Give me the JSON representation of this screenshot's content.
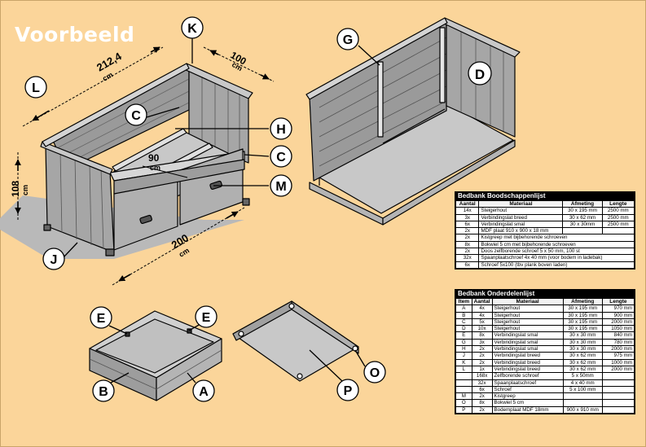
{
  "title": "Voorbeeld",
  "callouts": {
    "A": "A",
    "B": "B",
    "C1": "C",
    "C2": "C",
    "D": "D",
    "E1": "E",
    "E2": "E",
    "G": "G",
    "H": "H",
    "J": "J",
    "K": "K",
    "L": "L",
    "M": "M",
    "O": "O",
    "P": "P"
  },
  "dimensions": {
    "width_top": "212,4",
    "width_top_unit": "cm",
    "depth": "100",
    "depth_unit": "cm",
    "height": "108",
    "height_unit": "cm",
    "inner": "90",
    "inner_unit": "cm",
    "length": "200",
    "length_unit": "cm"
  },
  "shopping": {
    "title": "Bedbank Boodschappenlijst",
    "headers": [
      "Aantal",
      "Materiaal",
      "Afmeting",
      "Lengte"
    ],
    "rows": [
      [
        "14x",
        "Steigerhout",
        "30 x 195 mm",
        "2500 mm"
      ],
      [
        "3x",
        "Verbindingslat breed",
        "30 x 62 mm",
        "2500 mm"
      ],
      [
        "6x",
        "Verbindingslat smal",
        "30 x 30mm",
        "2500 mm"
      ],
      [
        "2x",
        "MDF plaat 910 x 900 x 18 mm",
        "",
        ""
      ]
    ],
    "notes": [
      [
        "2x",
        "Kistgreep met bijbehorende schroeven"
      ],
      [
        "8x",
        "Bokwiel 5 cm met bijbehorende schroeven"
      ],
      [
        "2x",
        "Doos zelfborende schroef 5 x 50 mm, 100 st"
      ],
      [
        "32x",
        "Spaanplaatschroef 4x 40 mm (voor bodem in ladebak)"
      ],
      [
        "6x",
        "Schroef 5x100 (tbv plank boven laden)"
      ]
    ]
  },
  "parts": {
    "title": "Bedbank Onderdelenlijst",
    "headers": [
      "Item",
      "Aantal",
      "Materiaal",
      "Afmeting",
      "Lengte"
    ],
    "rows": [
      [
        "A",
        "4x",
        "Steigerhout",
        "30 x 195 mm",
        "970 mm"
      ],
      [
        "B",
        "4x",
        "Steigerhout",
        "30 x 195 mm",
        "900 mm"
      ],
      [
        "C",
        "5x",
        "Steigerhout",
        "30 x 195 mm",
        "2000 mm"
      ],
      [
        "D",
        "10x",
        "Steigerhout",
        "30 x 195 mm",
        "1050 mm"
      ],
      [
        "E",
        "8x",
        "Verbindingslat smal",
        "30 x 30 mm",
        "840 mm"
      ],
      [
        "G",
        "3x",
        "Verbindingslat smal",
        "30 x 30 mm",
        "780 mm"
      ],
      [
        "H",
        "2x",
        "Verbindingslat smal",
        "30 x 30 mm",
        "2000 mm"
      ],
      [
        "J",
        "2x",
        "Verbindingslat breed",
        "30 x 62 mm",
        "975 mm"
      ],
      [
        "K",
        "2x",
        "Verbindingslat breed",
        "30 x 62 mm",
        "1000 mm"
      ],
      [
        "L",
        "1x",
        "Verbindingslat breed",
        "30 x 62 mm",
        "2000 mm"
      ],
      [
        "",
        "168x",
        "Zelfborende schroef",
        "5 x 50mm",
        ""
      ],
      [
        "",
        "32x",
        "Spaanplaatschroef",
        "4 x 40 mm",
        ""
      ],
      [
        "",
        "6x",
        "Schroef",
        "5 x 100 mm",
        ""
      ],
      [
        "M",
        "2x",
        "Kistgreep",
        "",
        ""
      ],
      [
        "O",
        "8x",
        "Bokwiel 5 cm",
        "",
        ""
      ],
      [
        "P",
        "2x",
        "Bodemplaat MDF 18mm",
        "900 x 910 mm",
        ""
      ]
    ]
  }
}
